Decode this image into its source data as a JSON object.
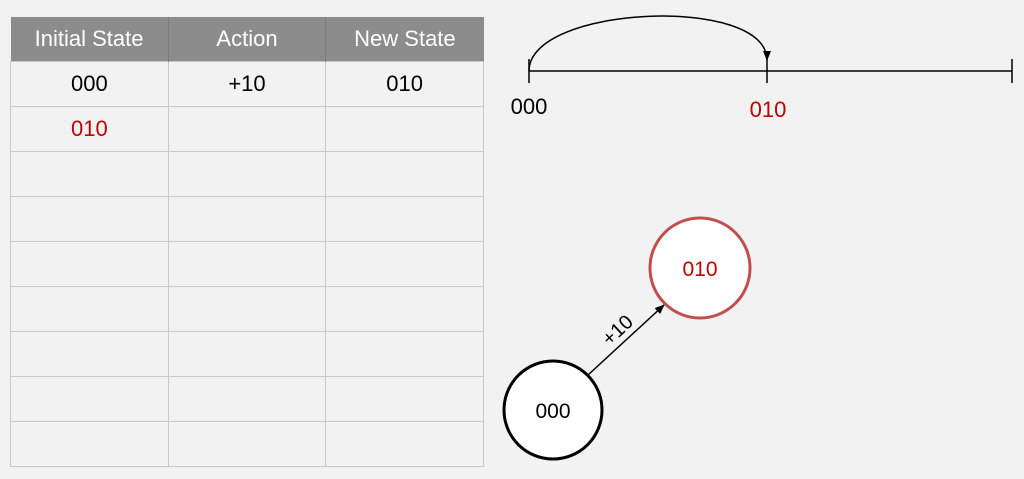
{
  "table": {
    "headers": [
      "Initial State",
      "Action",
      "New State"
    ],
    "rows": [
      [
        "000",
        "+10",
        "010"
      ],
      [
        "010",
        "",
        ""
      ],
      [
        "",
        "",
        ""
      ],
      [
        "",
        "",
        ""
      ],
      [
        "",
        "",
        ""
      ],
      [
        "",
        "",
        ""
      ],
      [
        "",
        "",
        ""
      ],
      [
        "",
        "",
        ""
      ],
      [
        "",
        "",
        ""
      ]
    ],
    "highlight_cells": [
      [
        1,
        0
      ]
    ]
  },
  "number_line": {
    "start_label": "000",
    "current_label": "010"
  },
  "graph": {
    "from_node": "000",
    "to_node": "010",
    "edge_label": "+10"
  },
  "colors": {
    "header_bg": "#8c8c8c",
    "highlight": "#c00000",
    "node_highlight_stroke": "#c0504d",
    "background": "#f2f2f2"
  }
}
